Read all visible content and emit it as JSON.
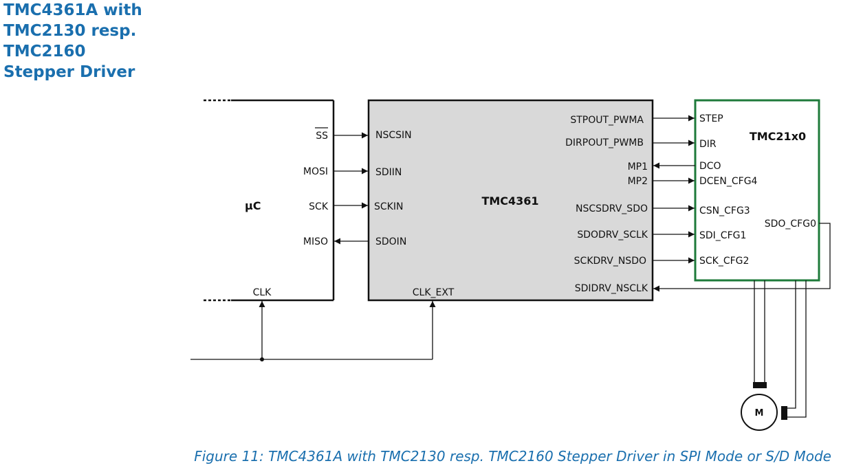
{
  "heading": {
    "lines": [
      "TMC4361A with",
      "TMC2130 resp.",
      "TMC2160",
      "Stepper Driver"
    ]
  },
  "blocks": {
    "uc": {
      "name": "µC",
      "pins": {
        "ss": "SS",
        "mosi": "MOSI",
        "sck": "SCK",
        "miso": "MISO",
        "clk": "CLK"
      }
    },
    "tmc4361": {
      "name": "TMC4361",
      "left_pins": {
        "nscsin": "NSCSIN",
        "sdiin": "SDIIN",
        "sckin": "SCKIN",
        "sdoin": "SDOIN"
      },
      "bottom_pin": "CLK_EXT",
      "right_pins": {
        "stpout": "STPOUT_PWMA",
        "dirpout": "DIRPOUT_PWMB",
        "mp1": "MP1",
        "mp2": "MP2",
        "nscsdrv": "NSCSDRV_SDO",
        "sdodrv": "SDODRV_SCLK",
        "sckdrv": "SCKDRV_NSDO",
        "sdidrv": "SDIDRV_NSCLK"
      }
    },
    "driver": {
      "name": "TMC21x0",
      "left_pins": {
        "step": "STEP",
        "dir": "DIR",
        "dco": "DCO",
        "dcen": "DCEN_CFG4",
        "csn": "CSN_CFG3",
        "sdi": "SDI_CFG1",
        "sck": "SCK_CFG2"
      },
      "right_pin": "SDO_CFG0"
    },
    "motor": {
      "label": "M"
    }
  },
  "colors": {
    "heading": "#1a6fae",
    "chip_fill": "#d9d9d9",
    "driver_border": "#1e7a3a",
    "lines": "#111111"
  },
  "caption": "Figure 11: TMC4361A with TMC2130 resp. TMC2160 Stepper Driver in SPI Mode or S/D Mode"
}
